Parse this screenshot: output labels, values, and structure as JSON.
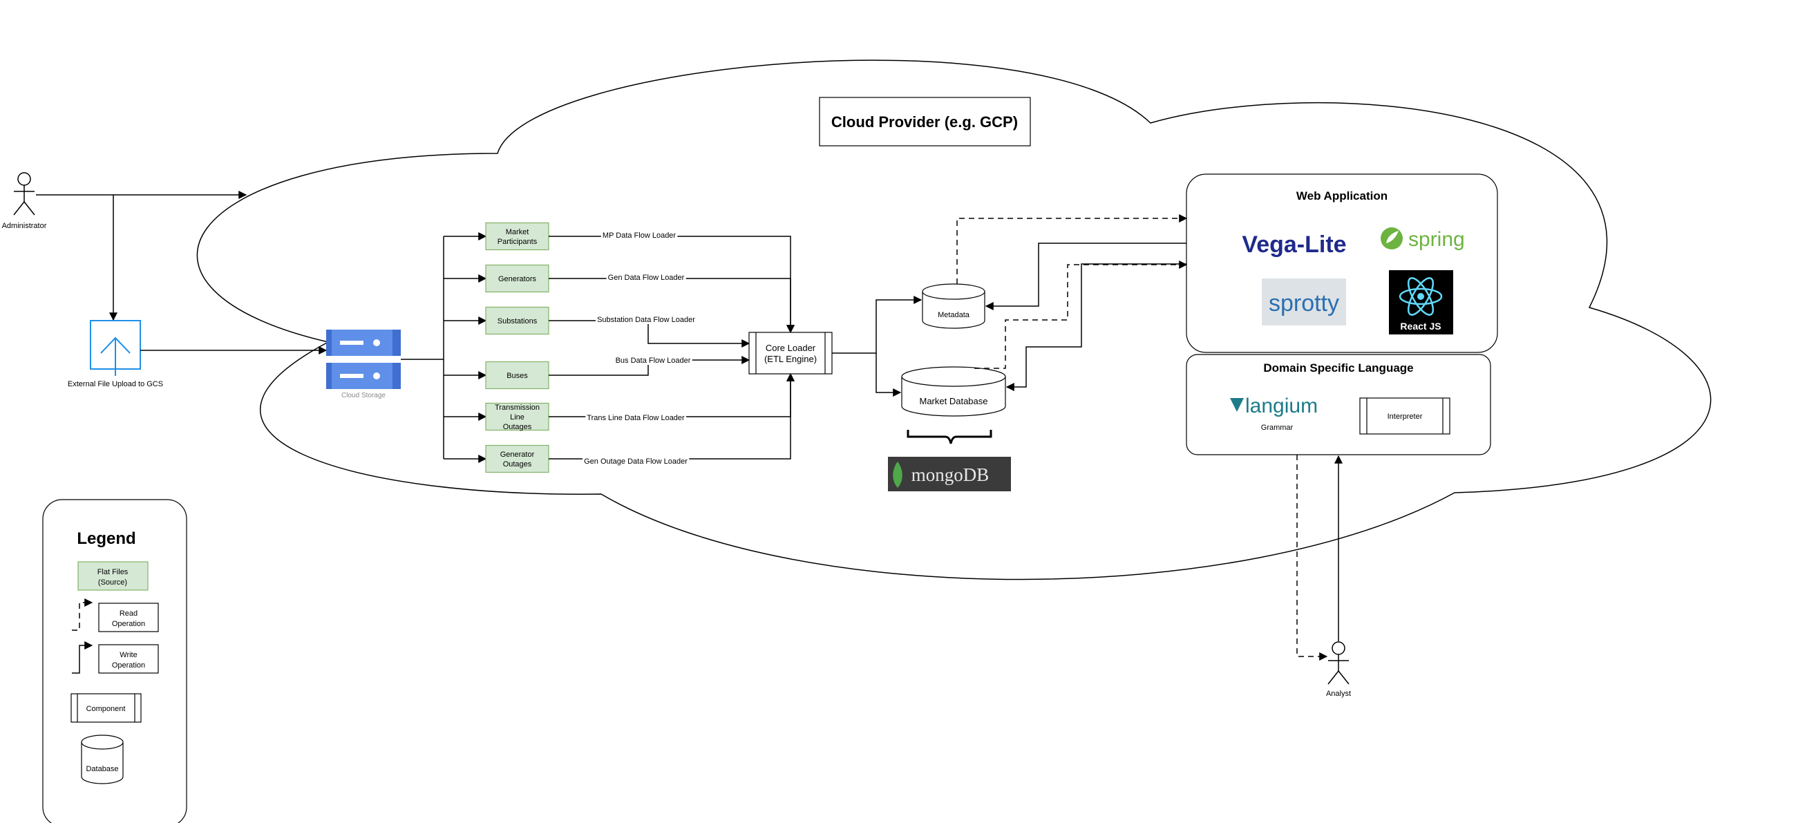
{
  "colors": {
    "source_fill": "#d5e8d4",
    "source_stroke": "#82b366",
    "gcs_blue": "#5f8fe8",
    "gcs_dark": "#3f6fd0",
    "mongo_bg": "#3b3b3b",
    "react_bg": "#000000",
    "react_cyan": "#61dafb",
    "spring_green": "#6db33f",
    "sprotty_bg": "#dde2e6",
    "sprotty_blue": "#2a6fb0",
    "vega_navy": "#1f2a8c",
    "langium_teal": "#1c7c88"
  },
  "actors": {
    "administrator": "Administrator",
    "analyst": "Analyst"
  },
  "upload": {
    "label": "External File Upload to GCS",
    "icon": "upload-arrow-icon"
  },
  "cloud": {
    "title": "Cloud Provider (e.g. GCP)"
  },
  "storage": {
    "label": "Cloud Storage",
    "icon": "cloud-storage-icon"
  },
  "sources": [
    {
      "label": [
        "Market",
        "Participants"
      ]
    },
    {
      "label": [
        "Generators"
      ]
    },
    {
      "label": [
        "Substations"
      ]
    },
    {
      "label": [
        "Buses"
      ]
    },
    {
      "label": [
        "Transmission",
        "Line",
        "Outages"
      ]
    },
    {
      "label": [
        "Generator",
        "Outages"
      ]
    }
  ],
  "loaders": [
    "MP Data Flow Loader",
    "Gen Data Flow Loader",
    "Substation Data Flow Loader",
    "Bus Data Flow Loader",
    "Trans Line Data Flow Loader",
    "Gen Outage Data Flow Loader"
  ],
  "core": {
    "line1": "Core Loader",
    "line2": "(ETL Engine)"
  },
  "databases": {
    "metadata": "Metadata",
    "market": "Market Database",
    "mongo_logo": "mongoDB"
  },
  "web_app": {
    "title": "Web Application",
    "vega_lite_logo": "Vega-Lite",
    "spring_logo": "spring",
    "sprotty_logo": "sprotty",
    "react_label": "React JS"
  },
  "dsl": {
    "title": "Domain Specific Language",
    "langium_logo": "langium",
    "grammar": "Grammar",
    "interpreter": "Interpreter"
  },
  "legend": {
    "title": "Legend",
    "flat_files": [
      "Flat Files",
      "(Source)"
    ],
    "read_op": [
      "Read",
      "Operation"
    ],
    "write_op": [
      "Write",
      "Operation"
    ],
    "component": "Component",
    "database": "Database"
  }
}
